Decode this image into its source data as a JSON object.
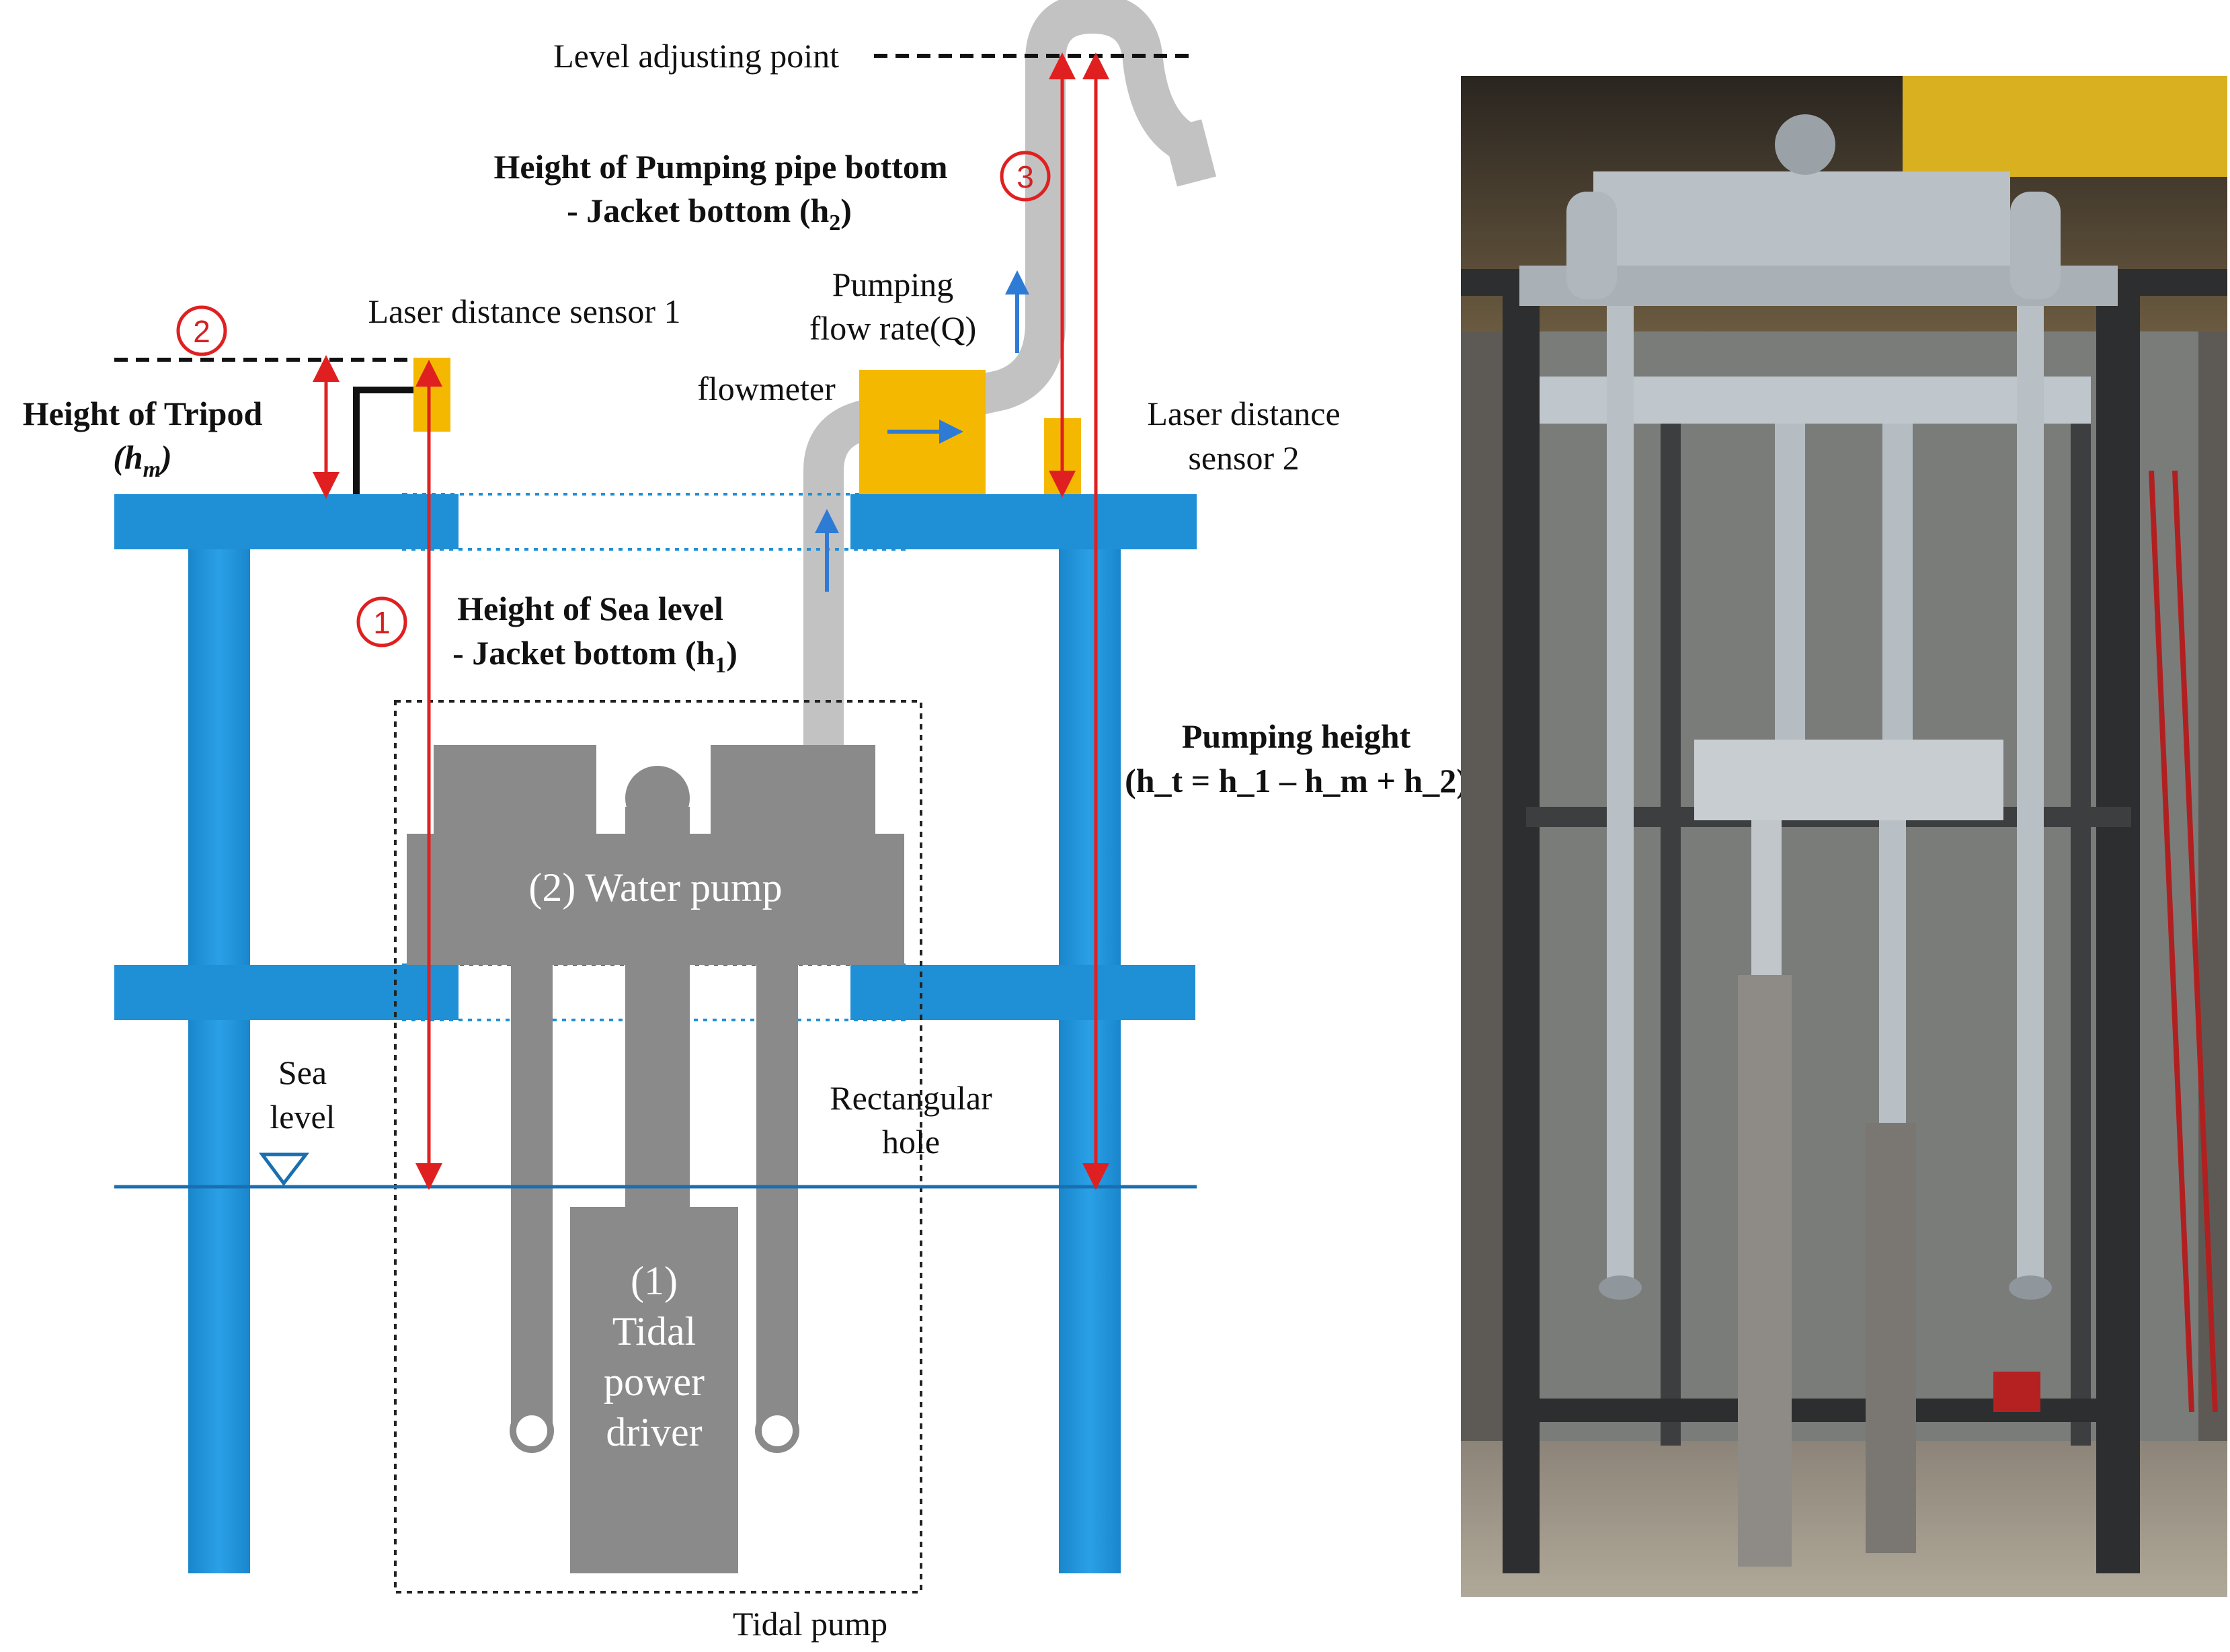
{
  "labels": {
    "level_adjusting_point": "Level adjusting point",
    "h2_line1": "Height of Pumping pipe bottom",
    "h2_line2": "- Jacket bottom (h",
    "h2_sub": "2",
    "h2_close": ")",
    "laser_sensor_1": "Laser distance sensor 1",
    "pumping_flow_line1": "Pumping",
    "pumping_flow_line2": "flow rate(Q)",
    "flowmeter": "flowmeter",
    "laser_sensor_2_line1": "Laser distance",
    "laser_sensor_2_line2": "sensor 2",
    "tripod_line1": "Height of Tripod",
    "tripod_line2_open": "(h",
    "tripod_sub": "m",
    "tripod_close": ")",
    "h1_line1": "Height of Sea level",
    "h1_line2": "- Jacket bottom (h",
    "h1_sub": "1",
    "h1_close": ")",
    "pumping_height_line1": "Pumping height",
    "pumping_height_line2": "(h_t = h_1 – h_m + h_2)",
    "water_pump": "(2) Water pump",
    "sea_line1": "Sea",
    "sea_line2": "level",
    "rect_hole_line1": "Rectangular",
    "rect_hole_line2": "hole",
    "driver_line1": "(1)",
    "driver_line2": "Tidal",
    "driver_line3": "power",
    "driver_line4": "driver",
    "tidal_pump": "Tidal pump",
    "marker_1": "1",
    "marker_2": "2",
    "marker_3": "3"
  },
  "colors": {
    "jacket_blue": "#1f8fd6",
    "pump_gray": "#8a8a8a",
    "pipe_gray": "#c2c2c2",
    "sensor_yellow": "#f5b800",
    "arrow_red": "#e02020",
    "flow_blue": "#2e7bd6"
  },
  "photo": {
    "description_icon": "test-rig-photo"
  }
}
